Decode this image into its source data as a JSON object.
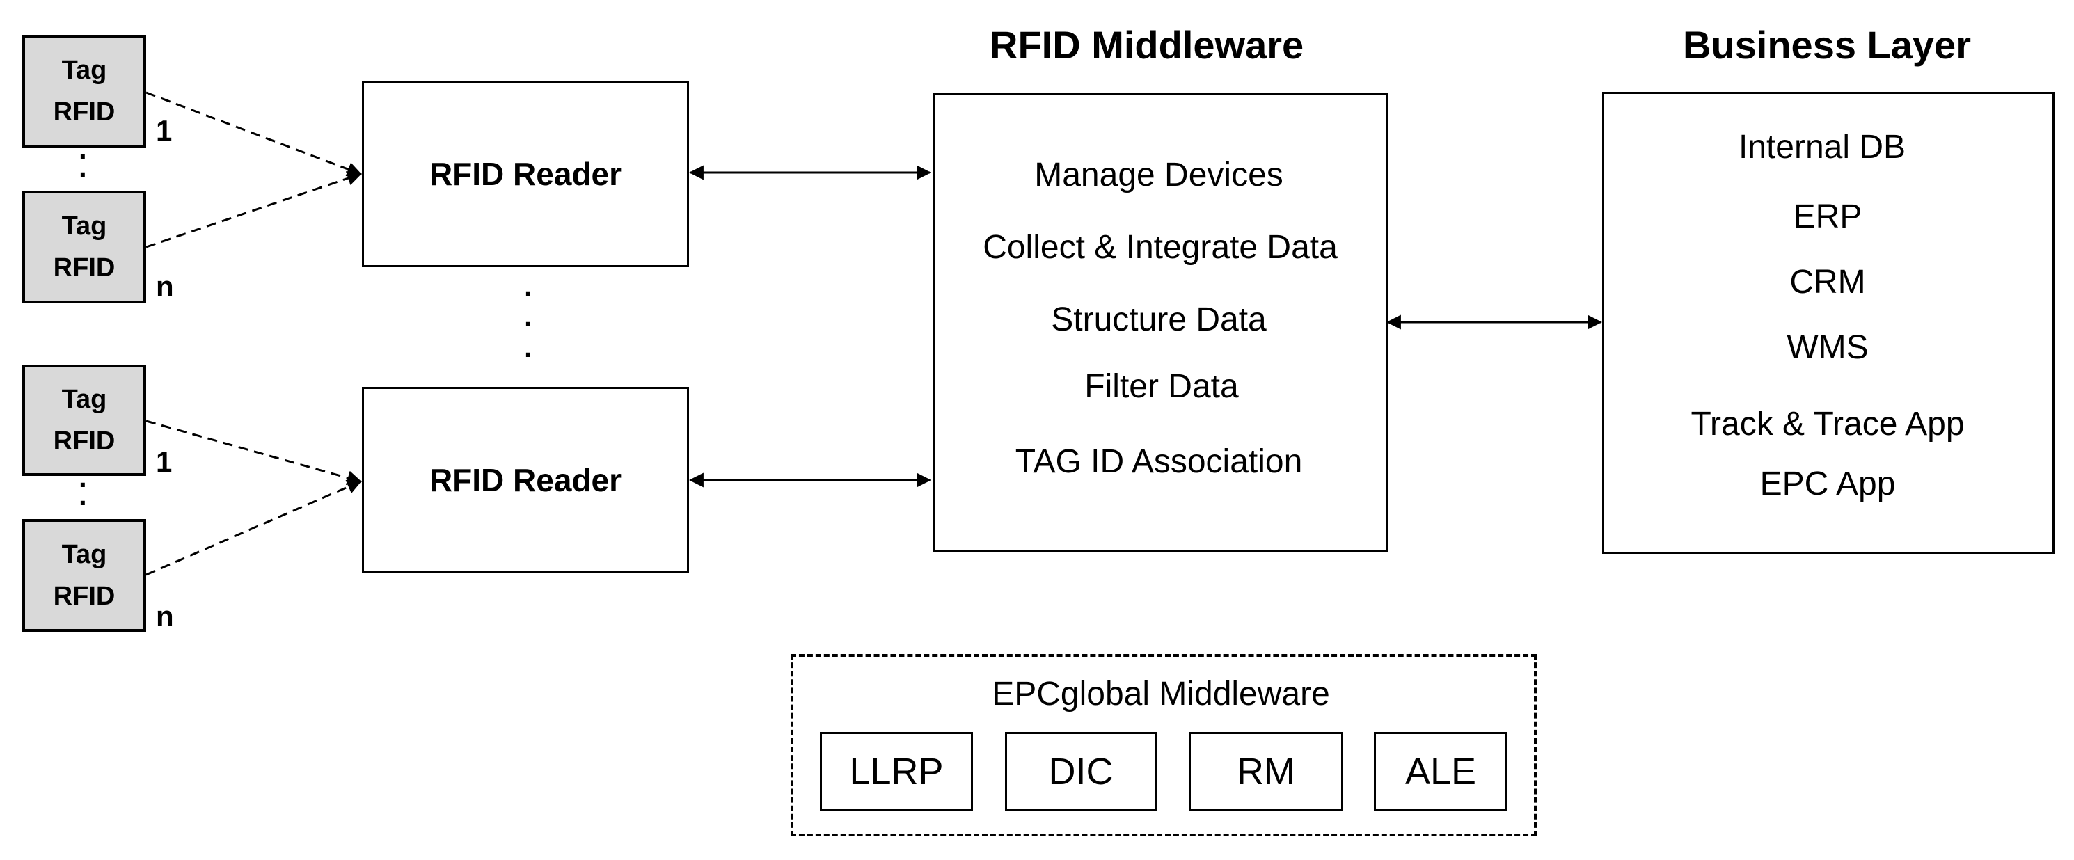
{
  "tags": [
    {
      "line1": "Tag",
      "line2": "RFID"
    },
    {
      "line1": "Tag",
      "line2": "RFID"
    },
    {
      "line1": "Tag",
      "line2": "RFID"
    },
    {
      "line1": "Tag",
      "line2": "RFID"
    }
  ],
  "counts": {
    "top_first": "1",
    "top_last": "n",
    "bottom_first": "1",
    "bottom_last": "n"
  },
  "readers": [
    "RFID Reader",
    "RFID Reader"
  ],
  "middleware": {
    "title": "RFID Middleware",
    "items": [
      "Manage Devices",
      "Collect & Integrate Data",
      "Structure Data",
      "Filter Data",
      "TAG ID Association"
    ]
  },
  "business": {
    "title": "Business Layer",
    "items": [
      "Internal DB",
      "ERP",
      "CRM",
      "WMS",
      "Track & Trace App",
      "EPC App"
    ]
  },
  "epcglobal": {
    "title": "EPCglobal Middleware",
    "modules": [
      "LLRP",
      "DIC",
      "RM",
      "ALE"
    ]
  },
  "colors": {
    "tag_fill": "#d9d9d9",
    "line": "#000000",
    "background": "#ffffff"
  }
}
